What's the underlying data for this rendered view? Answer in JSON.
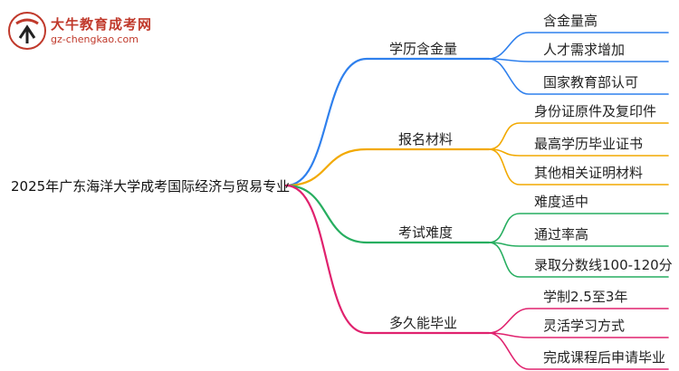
{
  "logo": {
    "title": "大牛教育成考网",
    "url": "gz-chengkao.com"
  },
  "mindmap": {
    "root": "2025年广东海洋大学成考国际经济与贸易专业",
    "branches": [
      {
        "label": "学历含金量",
        "color": "#2f80ed",
        "children": [
          "含金量高",
          "人才需求增加",
          "国家教育部认可"
        ]
      },
      {
        "label": "报名材料",
        "color": "#f2a900",
        "children": [
          "身份证原件及复印件",
          "最高学历毕业证书",
          "其他相关证明材料"
        ]
      },
      {
        "label": "考试难度",
        "color": "#27ae60",
        "children": [
          "难度适中",
          "通过率高",
          "录取分数线100-120分"
        ]
      },
      {
        "label": "多久能毕业",
        "color": "#e0226e",
        "children": [
          "学制2.5至3年",
          "灵活学习方式",
          "完成课程后申请毕业"
        ]
      }
    ]
  }
}
